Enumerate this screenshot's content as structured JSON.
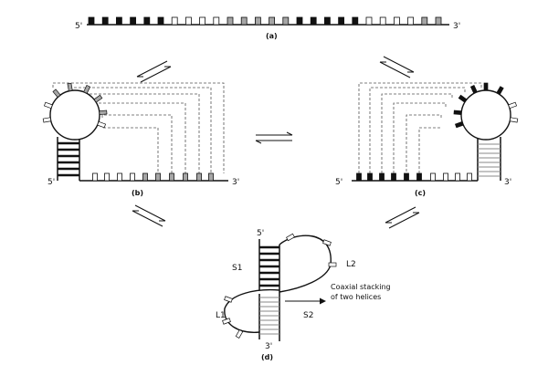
{
  "colors": {
    "ink": "#111111",
    "dark_bar": "#111111",
    "gray_bar": "#a6a6a6",
    "white_bar": "#ffffff",
    "dashed": "#555555"
  },
  "panels": {
    "a": {
      "label": "(a)",
      "five_prime": "5'",
      "three_prime": "3'"
    },
    "b": {
      "label": "(b)",
      "five_prime": "5'",
      "three_prime": "3'"
    },
    "c": {
      "label": "(c)",
      "five_prime": "5'",
      "three_prime": "3'"
    },
    "d": {
      "label": "(d)",
      "five_prime": "5'",
      "three_prime": "3'",
      "s1": "S1",
      "s2": "S2",
      "l1": "L1",
      "l2": "L2",
      "annotation_line1": "Coaxial stacking",
      "annotation_line2": "of two helices"
    }
  }
}
